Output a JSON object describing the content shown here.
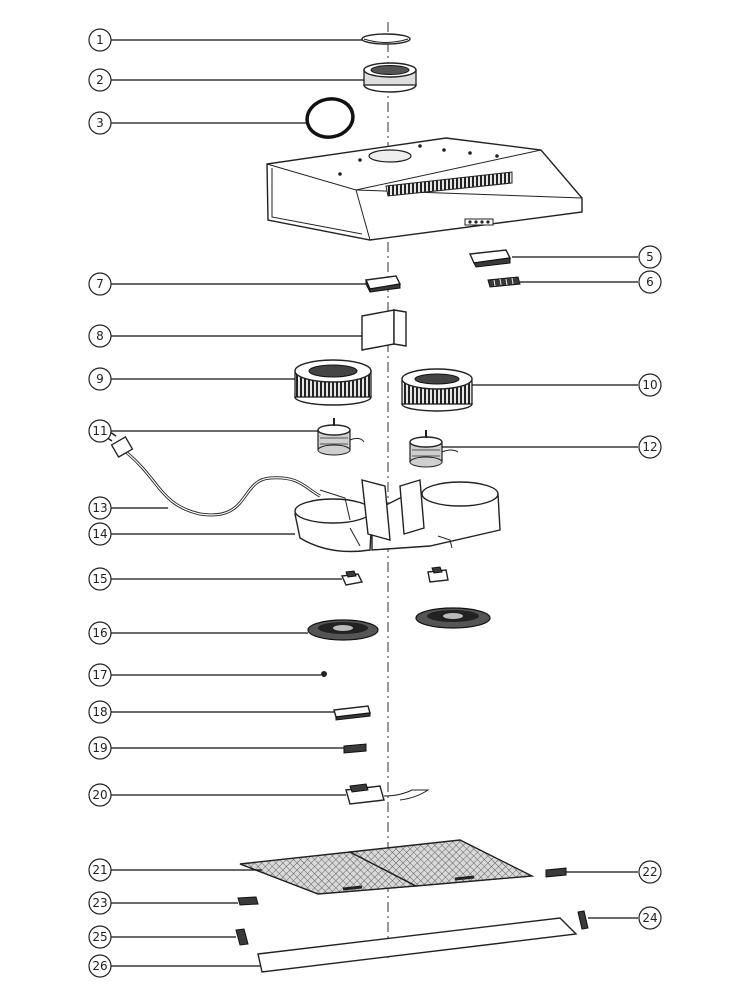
{
  "diagram": {
    "callouts": [
      {
        "id": "c1",
        "label": "1"
      },
      {
        "id": "c2",
        "label": "2"
      },
      {
        "id": "c3",
        "label": "3"
      },
      {
        "id": "c5",
        "label": "5"
      },
      {
        "id": "c6",
        "label": "6"
      },
      {
        "id": "c7",
        "label": "7"
      },
      {
        "id": "c8",
        "label": "8"
      },
      {
        "id": "c9",
        "label": "9"
      },
      {
        "id": "c10",
        "label": "10"
      },
      {
        "id": "c11",
        "label": "11"
      },
      {
        "id": "c12",
        "label": "12"
      },
      {
        "id": "c13",
        "label": "13"
      },
      {
        "id": "c14",
        "label": "14"
      },
      {
        "id": "c15",
        "label": "15"
      },
      {
        "id": "c16",
        "label": "16"
      },
      {
        "id": "c17",
        "label": "17"
      },
      {
        "id": "c18",
        "label": "18"
      },
      {
        "id": "c19",
        "label": "19"
      },
      {
        "id": "c20",
        "label": "20"
      },
      {
        "id": "c21",
        "label": "21"
      },
      {
        "id": "c22",
        "label": "22"
      },
      {
        "id": "c23",
        "label": "23"
      },
      {
        "id": "c24",
        "label": "24"
      },
      {
        "id": "c25",
        "label": "25"
      },
      {
        "id": "c26",
        "label": "26"
      }
    ]
  }
}
